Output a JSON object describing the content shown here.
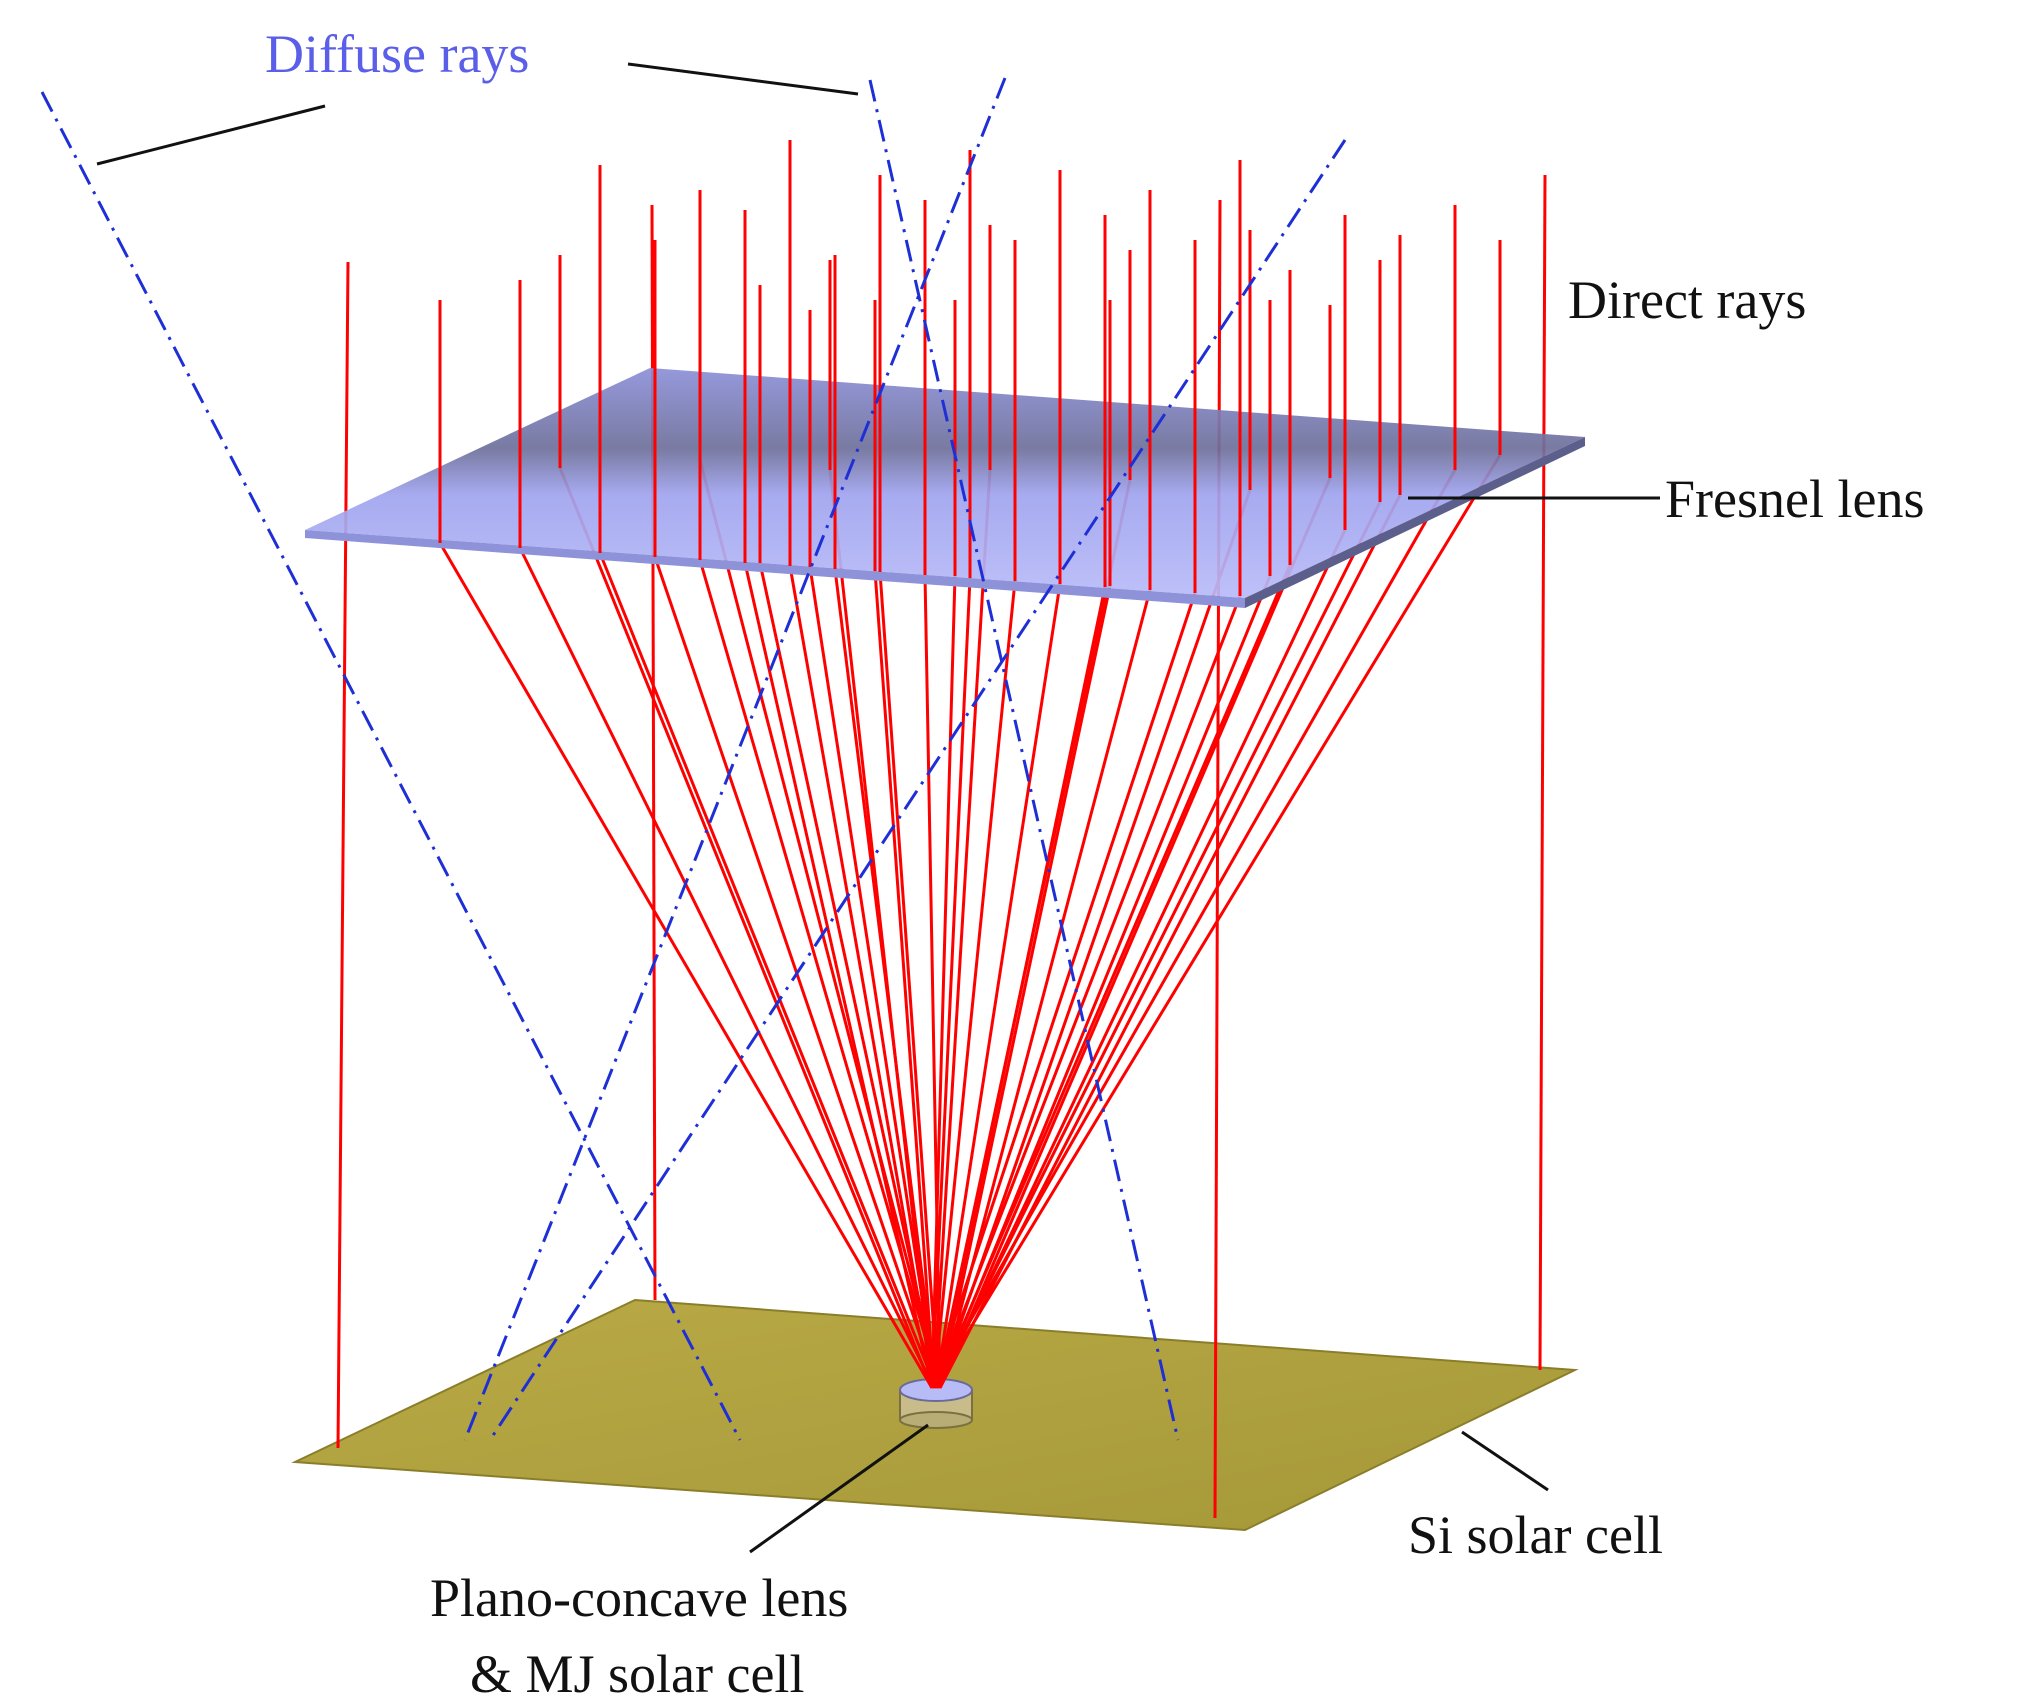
{
  "labels": {
    "diffuse_rays": "Diffuse rays",
    "direct_rays": "Direct rays",
    "fresnel_lens": "Fresnel lens",
    "si_solar_cell": "Si solar cell",
    "plano_concave_line1": "Plano-concave lens",
    "plano_concave_line2": "& MJ solar cell"
  },
  "colors": {
    "direct_ray": "#ff0000",
    "diffuse_ray": "#1f2fd6",
    "diffuse_label": "#5a5ee8",
    "fresnel_lens": "#a9adf4",
    "si_cell": "#b0a040",
    "mj_cell": "#c9c0a0"
  }
}
